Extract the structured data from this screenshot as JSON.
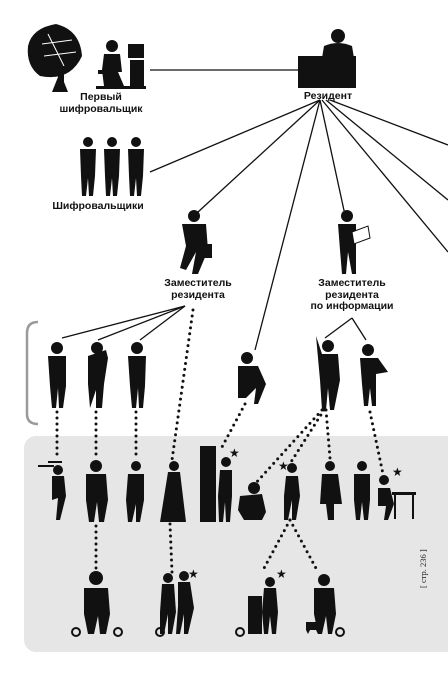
{
  "labels": {
    "first_cipher_clerk": "Первый\nшифровальщик",
    "resident": "Резидент",
    "cipher_clerks": "Шифровальщики",
    "deputy_resident": "Заместитель\nрезидента",
    "deputy_resident_info": "Заместитель\nрезидента\nпо информации"
  },
  "page_reference": "[ стр. 236 ]",
  "colors": {
    "ink": "#111111",
    "panel": "#e6e6e6",
    "bracket": "#9a9a9a"
  }
}
